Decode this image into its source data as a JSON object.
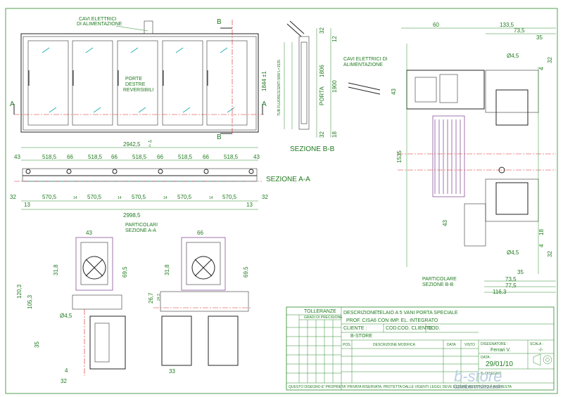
{
  "labels": {
    "cavi_top": "CAVI ELETTRICI",
    "cavi_top2": "DI ALIMENTAZIONE",
    "cavi_right": "CAVI ELETTRICI DI",
    "cavi_right2": "ALIMENTAZIONE",
    "porte1": "PORTE",
    "porte2": "DESTRE",
    "porte3": "REVERSIBILI",
    "tubo": "TUB FLUORESCENTI 58W L=1535",
    "porta": "PORTA",
    "sezione_aa": "SEZIONE A-A",
    "sezione_bb": "SEZIONE B-B",
    "part_aa1": "PARTICOLARI",
    "part_aa2": "SEZIONE A-A",
    "part_bb1": "PARTICOLARE",
    "part_bb2": "SEZIONE B-B",
    "mark_a": "A",
    "mark_b": "B"
  },
  "dims": {
    "d2942": "2942,5",
    "d2942_tol_top": "+0",
    "d2942_tol_bot": "-1",
    "d2998": "2998,5",
    "d43": "43",
    "d518": "518,5",
    "d66": "66",
    "d570": "570,5",
    "d14": "14",
    "d32": "32",
    "d13": "13",
    "d1844": "1844 ±1",
    "d1806": "1806",
    "d1900": "1900",
    "d12": "12",
    "d18": "18",
    "d60": "60",
    "d133": "133,5",
    "d73": "73,5",
    "d35": "35",
    "d4": "4",
    "d45": "Ø4,5",
    "d1535": "1535",
    "d77": "77,5",
    "d116": "116,3",
    "d31": "31,8",
    "d69": "69,5",
    "d120": "120,3",
    "d105": "105,3",
    "d26": "26,7",
    "d33": "33",
    "d24": "24,3"
  },
  "title_block": {
    "tolleranze": "TOLLERANZE",
    "gradi": "GRADI DI PRECISIONE",
    "descrizione_label": "DESCRIZIONE :",
    "descrizione_1": "TELAIO A 5 VANI PORTA SPECIALE",
    "descrizione_2": "PROF. CISA6 CON IMP. EL. INTEGRATO",
    "cliente_label": "CLIENTE :",
    "cliente": "B-STORE",
    "cod_label": "COD.",
    "cod_cliente_label": "COD. CLIENTE :",
    "cod2_label": "COD.",
    "pos": "POS.",
    "descr_modifica": "DESCRIZIONE MODIFICA",
    "data_col": "DATA",
    "visto": "VISTO",
    "disegnatore_label": "DISEGNATORE :",
    "disegnatore": "Ferrari V.",
    "scala_label": "SCALA :",
    "scala": "-/-",
    "data_label": "DATA :",
    "data": "29/01/10",
    "n_disegno": "N. DISEGNO",
    "footer": "QUESTO DISEGNO E' PROPRIETA' PRIVATA RISERVATA, PROTETTA DALLE VIGENTI LEGGI, DEVE ESSERE RESTITUITO A RICHIESTA"
  },
  "watermark": {
    "brand": "b-store",
    "url": "üzletberendezések"
  },
  "colors": {
    "line": "#2a8a2a",
    "text": "#1f7a1f",
    "axis": "#d22222",
    "insulation": "#7a3a8a"
  }
}
